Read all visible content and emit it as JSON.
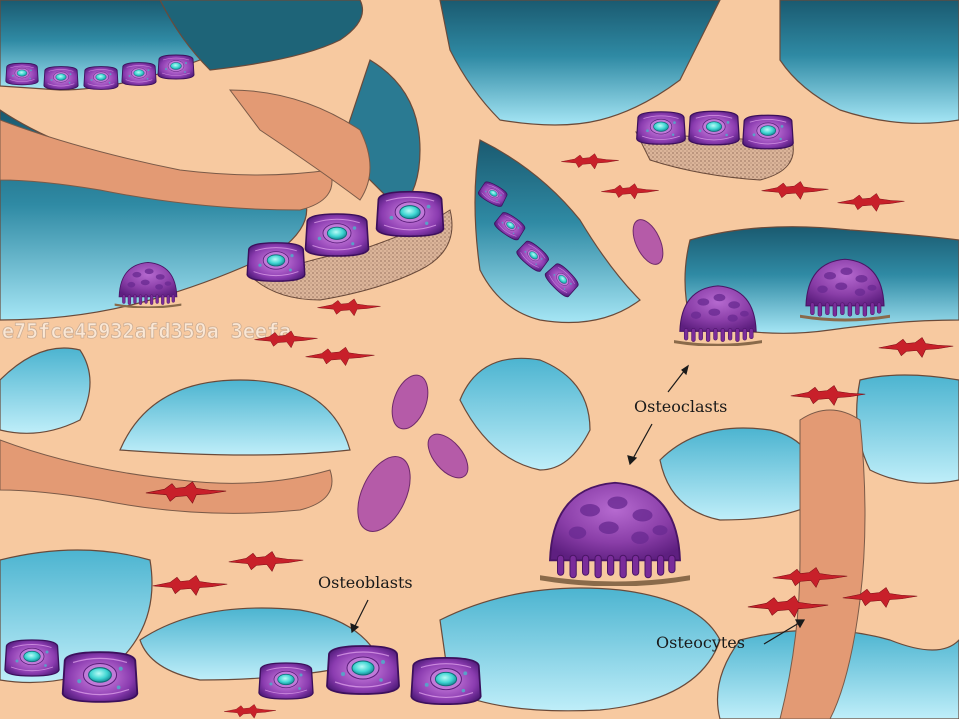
{
  "labels": {
    "osteoclasts": "Osteoclasts",
    "osteoblasts": "Osteoblasts",
    "osteocytes": "Osteocytes"
  },
  "watermark": "e75fce45932afd359a  3eefa",
  "colors": {
    "bone": "#f7c9a0",
    "bone_outline": "#7a5a48",
    "dark_bone": "#e39a74",
    "marrow_dark": "#1e6478",
    "marrow_light": "#7fd3e8",
    "cell_purple": "#8a3ea8",
    "cell_nucleus": "#3fd6d2",
    "osteocyte_red": "#c8202a",
    "osteoid_stipple": "#d9b49a",
    "free_cell": "#a855a0"
  },
  "icons": {
    "osteoclast": "osteoclast-cell-icon",
    "osteoblast": "osteoblast-cell-icon",
    "osteocyte": "osteocyte-cell-icon"
  }
}
